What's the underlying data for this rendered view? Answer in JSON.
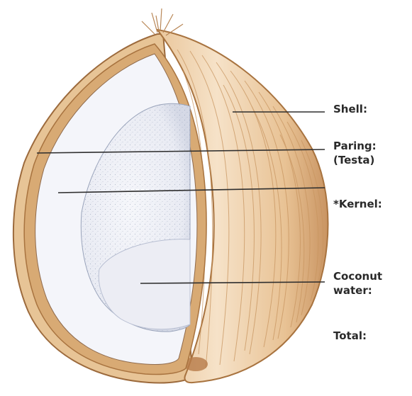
{
  "labels": {
    "shell": "Shell:",
    "paring_line1": "Paring:",
    "paring_line2": "(Testa)",
    "kernel": "*Kernel:",
    "water_line1": "Coconut",
    "water_line2": "water:",
    "total": "Total:"
  },
  "colors": {
    "husk_light": "#f3dcc0",
    "husk_mid": "#e2b98a",
    "husk_dark": "#b9834f",
    "husk_stroke": "#9c6a3c",
    "interior": "#f4f5fa",
    "kernel_speckle": "#7f8aa6",
    "water": "#eceef5",
    "leader_line": "#2e2e2e",
    "label_text": "#2a2a2a"
  },
  "icons": {
    "illustration": "coconut-cross-section-illustration"
  }
}
